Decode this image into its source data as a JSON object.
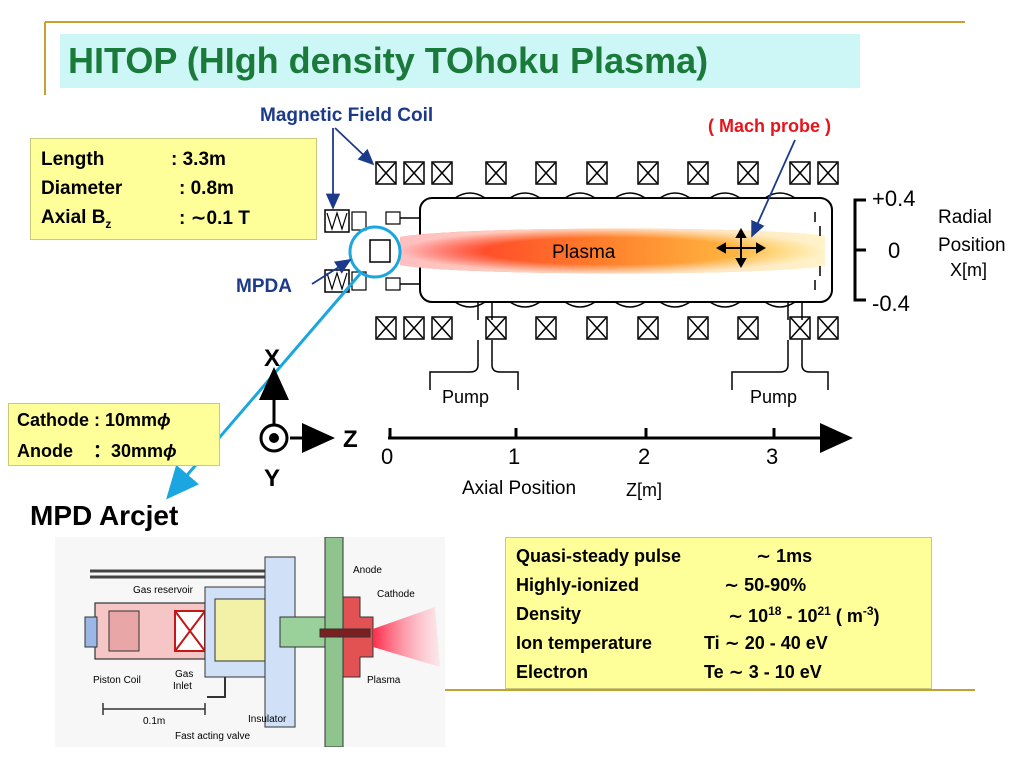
{
  "title": "HITOP (HIgh density TOhoku Plasma)",
  "specs": [
    {
      "key": "Length",
      "value": ":  3.3m"
    },
    {
      "key": "Diameter",
      "value": ":  0.8m"
    },
    {
      "key": "Axial B",
      "sub": "z",
      "value": ": ∼0.1 T"
    }
  ],
  "labels": {
    "magnetic_field_coil": "Magnetic Field Coil",
    "mach_probe": "( Mach probe )",
    "mpda": "MPDA",
    "plasma": "Plasma",
    "pump_left": "Pump",
    "pump_right": "Pump",
    "radial": "Radial",
    "position": "Position",
    "x_unit": "X[m]",
    "axial_position": "Axial Position",
    "z_unit": "Z[m]",
    "axis_x": "X",
    "axis_y": "Y",
    "axis_z": "Z"
  },
  "radial_ticks": [
    "+0.4",
    "0",
    "-0.4"
  ],
  "axial_ticks": [
    "0",
    "1",
    "2",
    "3"
  ],
  "mpda_specs": [
    {
      "key": "Cathode",
      "value": ": 10mm",
      "phi": "ϕ"
    },
    {
      "key": "Anode",
      "value": "：30mm",
      "phi": "ϕ"
    }
  ],
  "arcjet_title": "MPD Arcjet",
  "arcjet_labels": {
    "gas_reservoir": "Gas reservoir",
    "anode": "Anode",
    "cathode": "Cathode",
    "piston_coil": "Piston Coil",
    "gas_inlet_1": "Gas",
    "gas_inlet_2": "Inlet",
    "scale": "0.1m",
    "insulator": "Insulator",
    "plasma": "Plasma",
    "valve": "Fast acting valve"
  },
  "plasma_params": [
    {
      "key": "Quasi-steady pulse",
      "value": "∼ 1ms"
    },
    {
      "key": "Highly-ionized",
      "value": "∼ 50-90%"
    },
    {
      "key": "Density",
      "value_html": "∼ 10",
      "exp1": "18",
      "mid": " - 10",
      "exp2": "21",
      "tail": " ( m",
      "exp3": "-3",
      "end": ")"
    },
    {
      "key": "Ion temperature",
      "value": "Ti ∼ 20 - 40 eV"
    },
    {
      "key": "Electron",
      "value": "Te ∼ 3 - 10 eV"
    }
  ],
  "colors": {
    "title_text": "#1a7a3a",
    "title_bg": "#cdf7f7",
    "box_bg": "#ffff99",
    "frame_gold": "#c8a032",
    "mach_probe_red": "#e8141c",
    "label_blue": "#1c3a8c",
    "pointer_cyan": "#1aa6e0"
  }
}
